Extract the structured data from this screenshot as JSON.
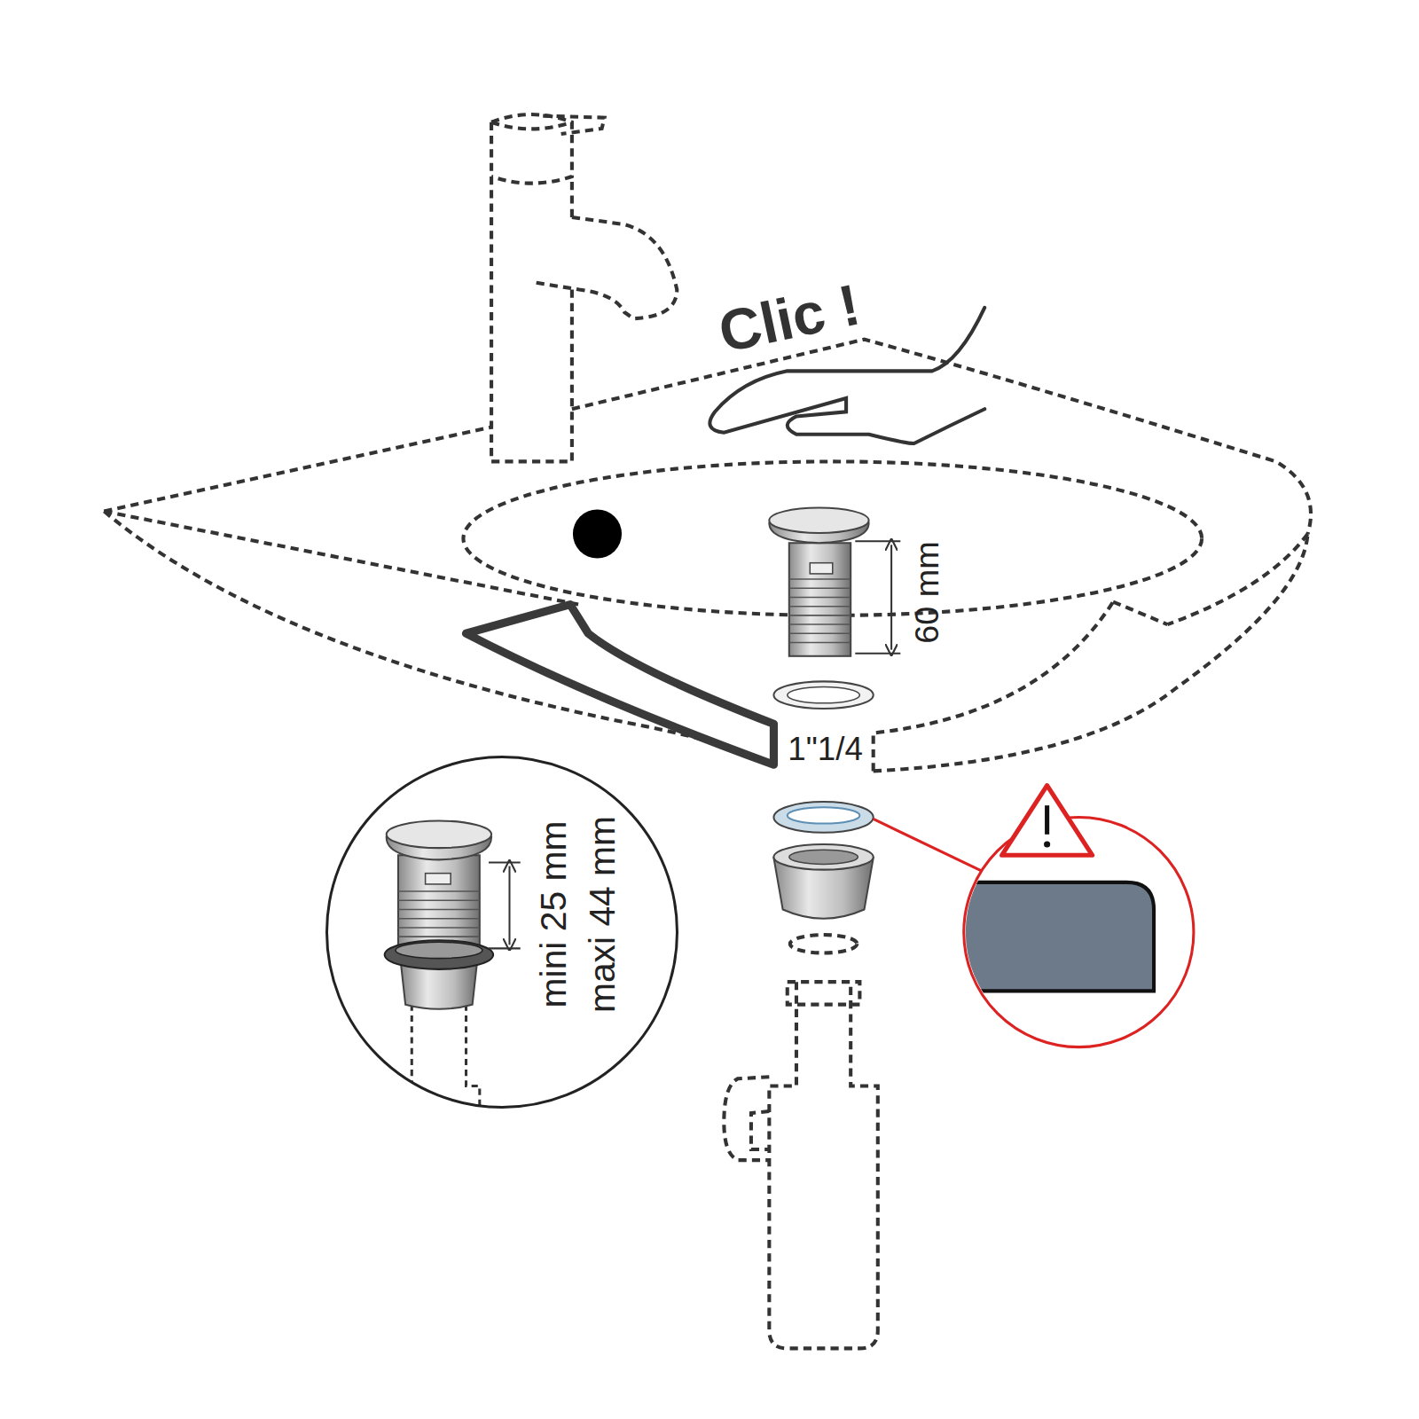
{
  "diagram": {
    "nodes": [
      {
        "text": [
          "mini 25 mm",
          "maxi 44 mm"
        ]
      }
    ],
    "labels": [
      "Clic !",
      "60 mm",
      "1\"1/4"
    ]
  }
}
